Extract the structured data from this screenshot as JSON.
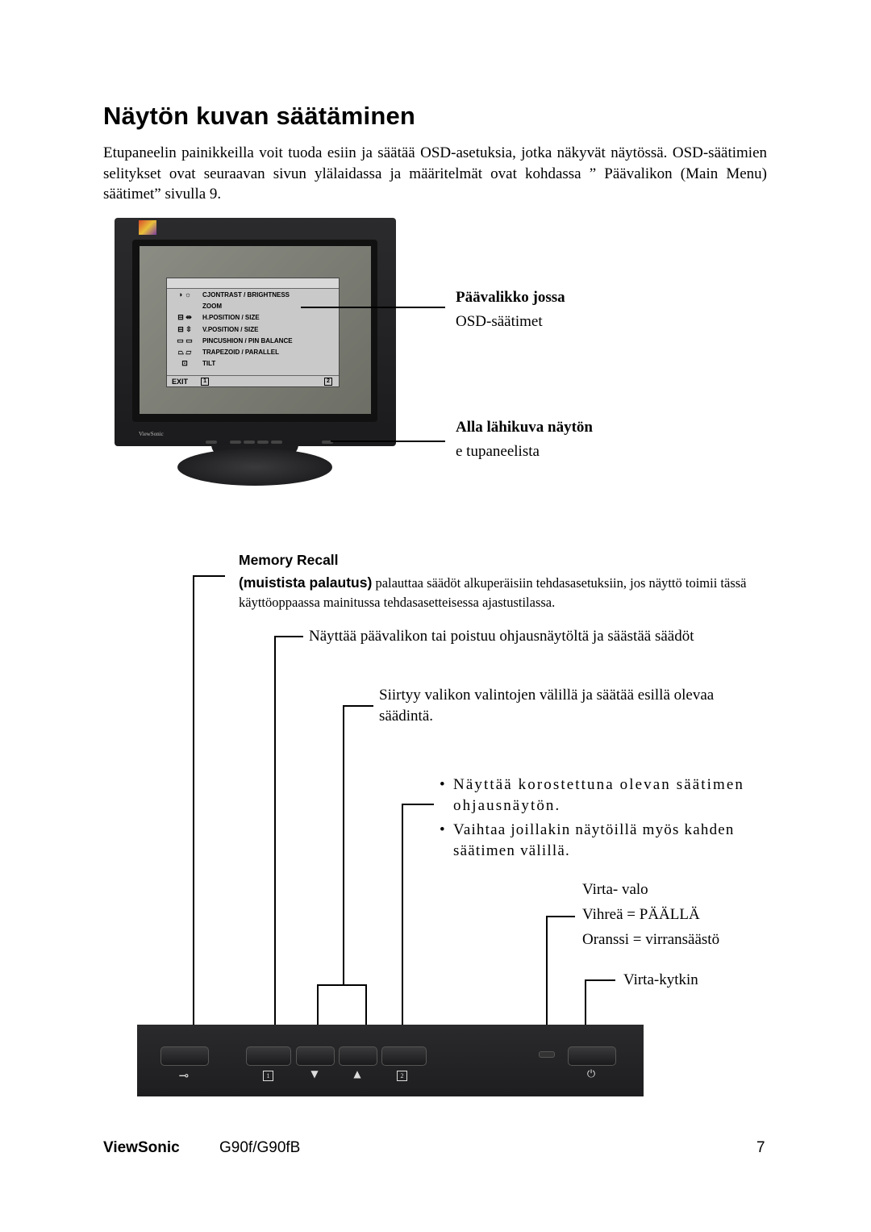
{
  "heading": "Näytön kuvan säätäminen",
  "intro": "Etupaneelin painikkeilla voit tuoda esiin ja säätää OSD-asetuksia, jotka näkyvät näytössä. OSD-säätimien selitykset ovat seuraavan sivun ylälaidassa ja määritelmät ovat kohdassa ” Päävalikon (Main Menu) säätimet” sivulla 9.",
  "monitor": {
    "brand": "ViewSonic",
    "osd_items": [
      "CJONTRAST / BRIGHTNESS",
      "ZOOM",
      "H.POSITION / SIZE",
      "V.POSITION / SIZE",
      "PINCUSHION / PIN BALANCE",
      "TRAPEZOID / PARALLEL",
      "TILT"
    ],
    "osd_exit": "EXIT",
    "osd_key1": "1",
    "osd_key2": "2"
  },
  "callouts": {
    "main_menu_bold": "Päävalikko jossa",
    "main_menu_normal": "OSD-säätimet",
    "closeup_bold": "Alla lähikuva näytön",
    "closeup_normal": "e tupaneelista"
  },
  "descriptions": {
    "memory_title": "Memory Recall",
    "memory_sub": "(muistista palautus)",
    "memory_text": " palauttaa säädöt alkuperäisiin tehdasasetuksiin, jos näyttö toimii tässä käyttöoppaassa mainitussa tehdasasetteisessa ajastustilassa.",
    "button1": "Näyttää päävalikon tai poistuu ohjausnäytöltä ja säästää säädöt",
    "arrows": "Siirtyy valikon valintojen välillä ja säätää esillä olevaa säädintä.",
    "button2_a": "Näyttää korostettuna olevan säätimen ohjausnäytön.",
    "button2_b": "Vaihtaa joillakin näytöillä myös kahden säätimen välillä.",
    "led_1": "Virta- valo",
    "led_2": "Vihreä = PÄÄLLÄ",
    "led_3": "Oranssi = virransäästö",
    "power": "Virta-kytkin"
  },
  "panel_labels": {
    "key1": "1",
    "key2": "2",
    "down": "▼",
    "up": "▲"
  },
  "footer": {
    "brand": "ViewSonic",
    "model": "G90f/G90fB",
    "page": "7"
  }
}
